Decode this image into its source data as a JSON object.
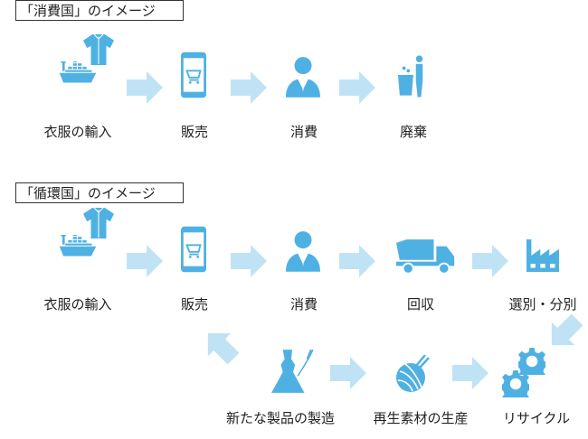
{
  "consumer": {
    "title": "「消費国」のイメージ",
    "steps": [
      "衣服の輸入",
      "販売",
      "消費",
      "廃棄"
    ]
  },
  "circular": {
    "title": "「循環国」のイメージ",
    "steps": [
      "衣服の輸入",
      "販売",
      "消費",
      "回収",
      "選別・分別"
    ],
    "bottom": [
      "リサイクル",
      "再生素材の生産",
      "新たな製品の製造"
    ]
  },
  "colors": {
    "icon": "#4fb1e3",
    "arrow": "#bfe3f5"
  }
}
